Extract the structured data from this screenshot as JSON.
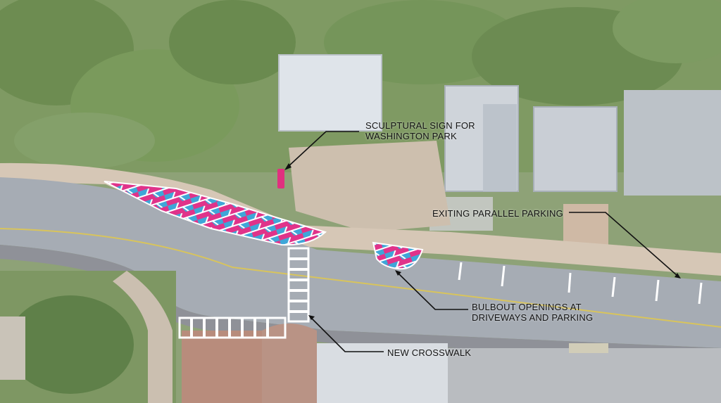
{
  "annotations": {
    "sign": {
      "line1": "SCULPTURAL SIGN FOR",
      "line2": "WASHINGTON PARK"
    },
    "parking": {
      "text": "EXITING PARALLEL PARKING"
    },
    "bulbout": {
      "line1": "BULBOUT OPENINGS AT",
      "line2": "DRIVEWAYS AND PARKING"
    },
    "crosswalk": {
      "text": "NEW CROSSWALK"
    }
  },
  "colors": {
    "bulbout_magenta": "#e0338a",
    "bulbout_blue": "#3fa6d8",
    "sign_marker": "#e0307f",
    "road": "#a8aeb6",
    "trees": "#6e8f55",
    "crosswalk": "#ffffff"
  }
}
